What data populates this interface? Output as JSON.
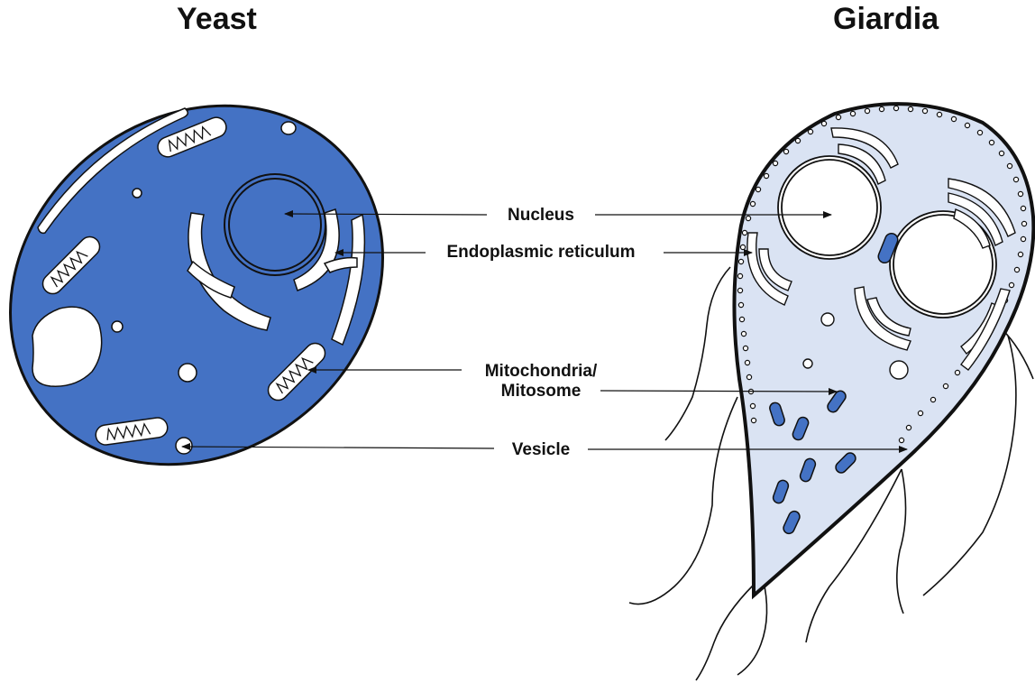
{
  "titles": {
    "left": "Yeast",
    "right": "Giardia"
  },
  "labels": {
    "nucleus": "Nucleus",
    "endoplasmic_reticulum": "Endoplasmic reticulum",
    "mitochondria_line1": "Mitochondria/",
    "mitochondria_line2": "Mitosome",
    "vesicle": "Vesicle"
  },
  "colors": {
    "yeast_fill": "#4472c4",
    "giardia_fill": "#dae3f3",
    "mitosome_fill": "#4472c4",
    "outline": "#111111"
  }
}
